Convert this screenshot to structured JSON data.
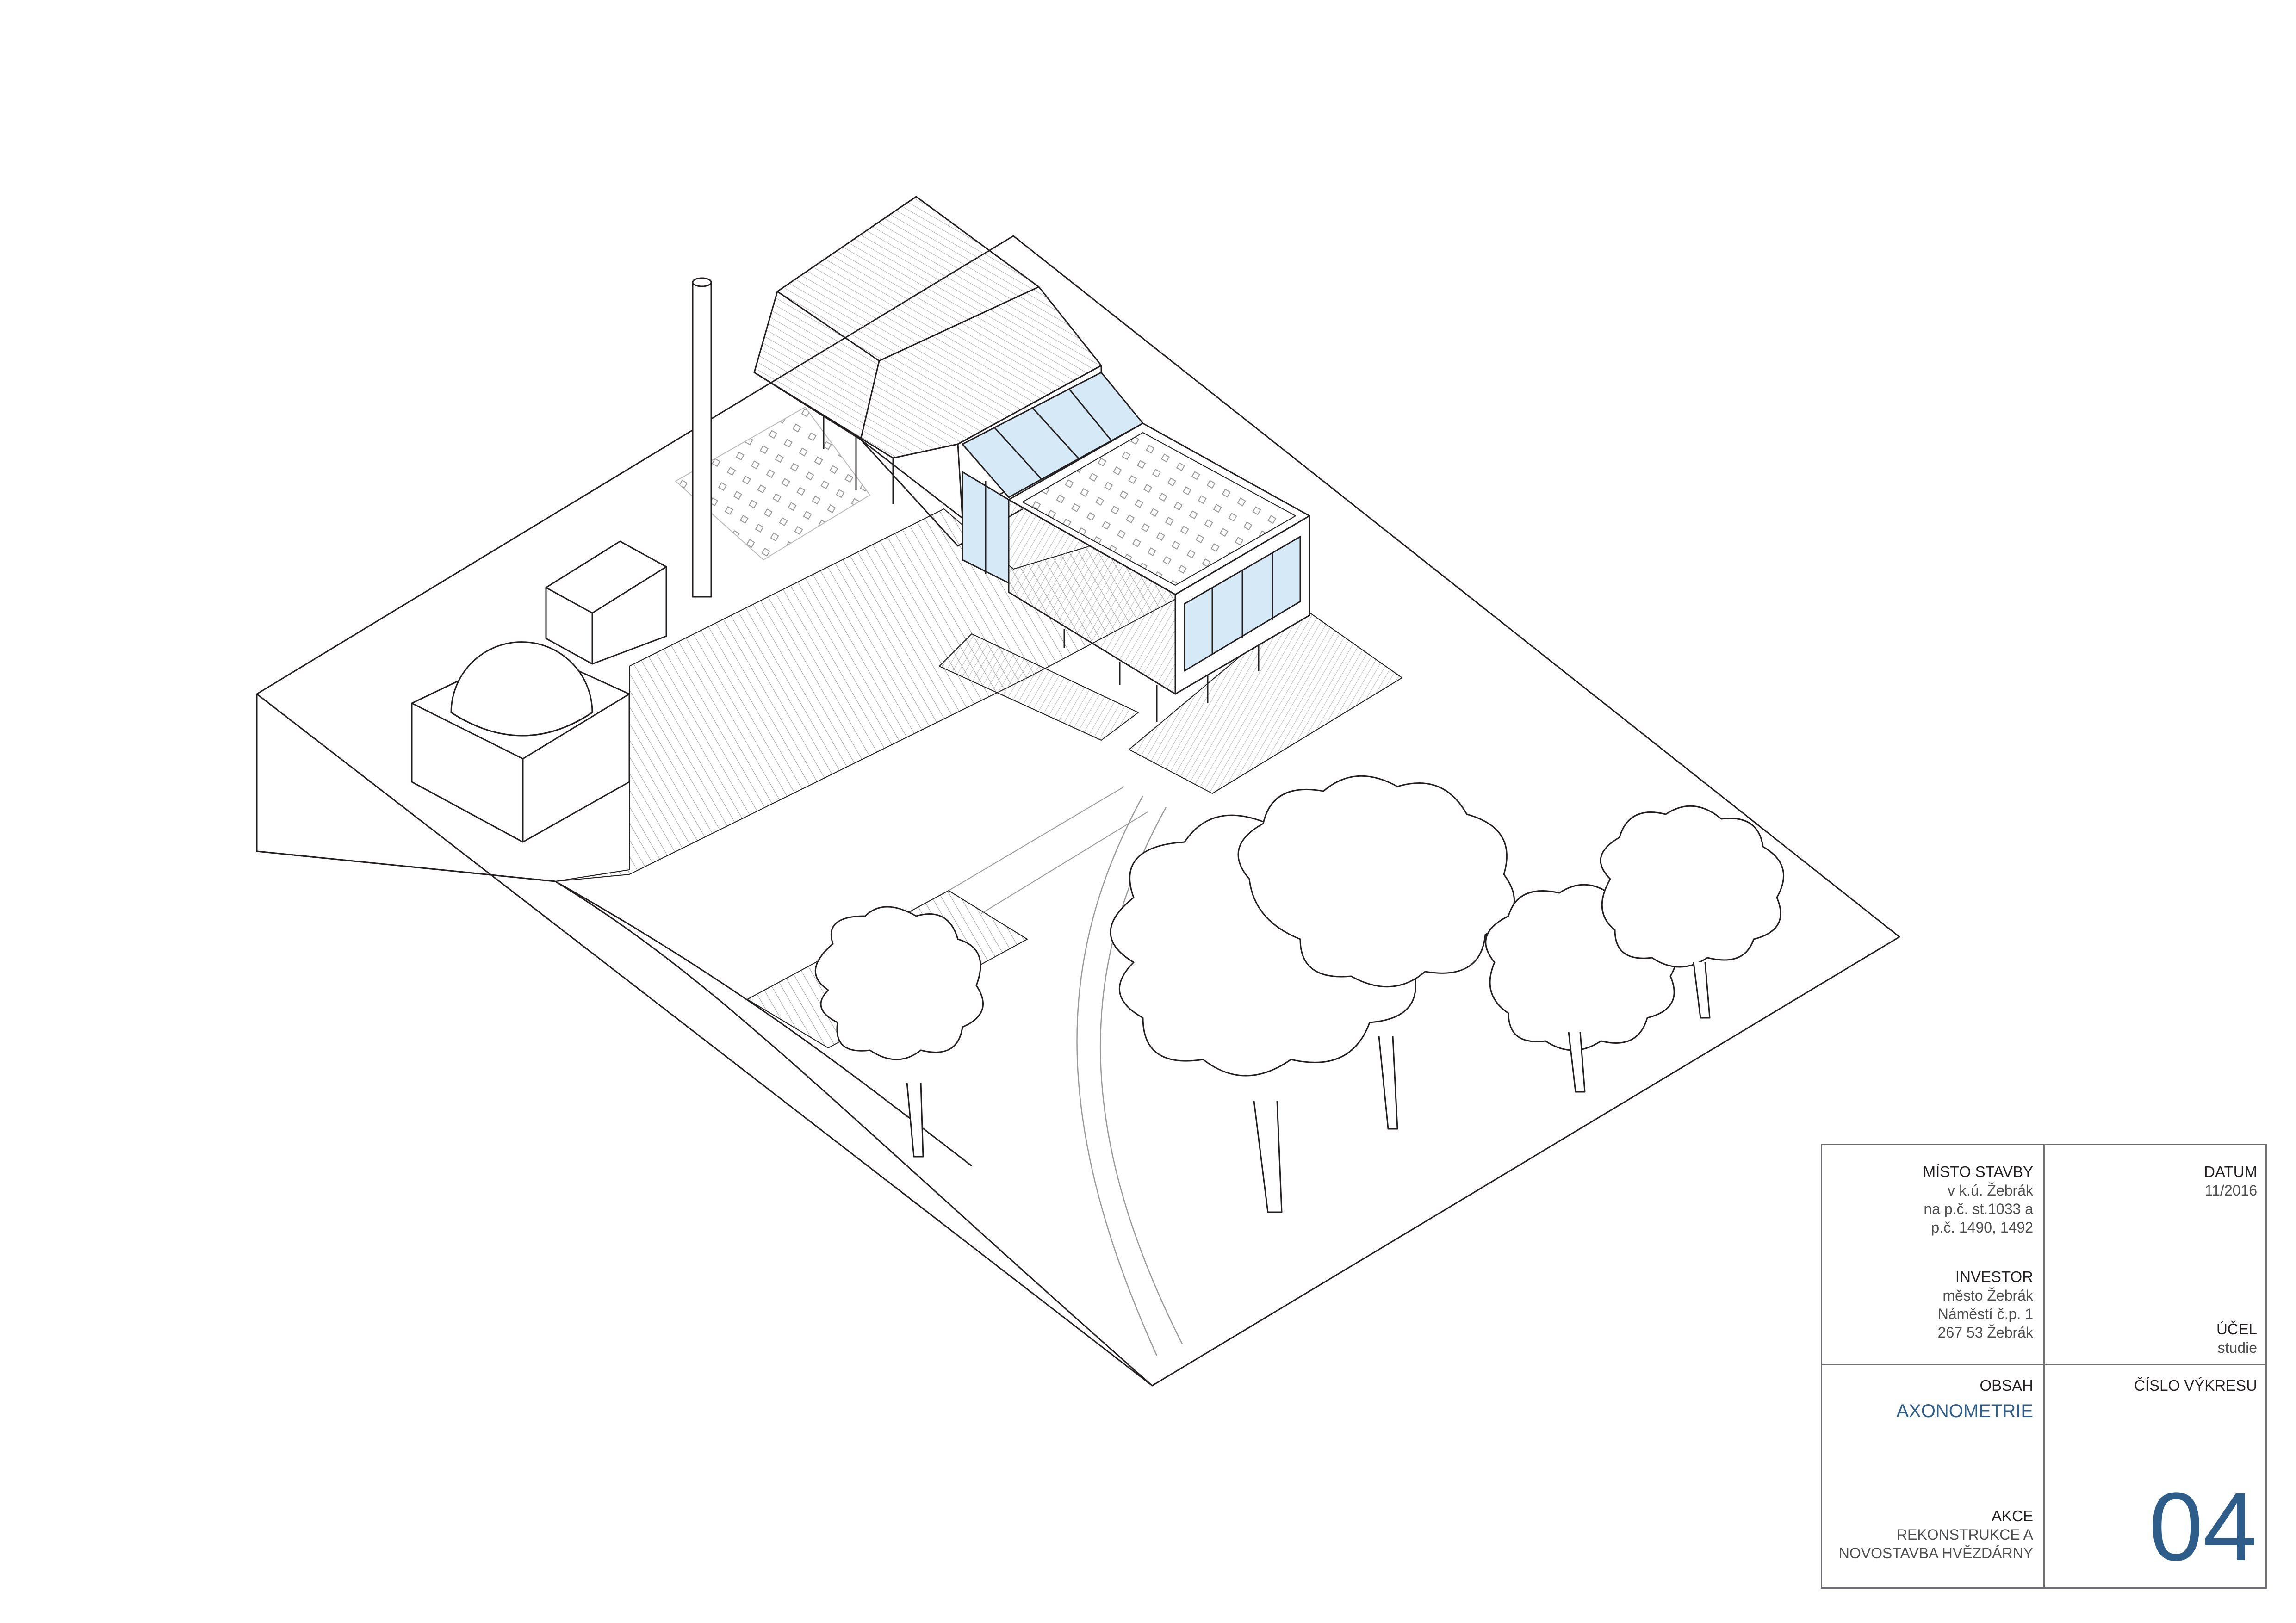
{
  "title_block": {
    "site_label": "MÍSTO STAVBY",
    "site_lines": [
      "v k.ú. Žebrák",
      "na p.č. st.1033 a",
      "p.č. 1490, 1492"
    ],
    "investor_label": "INVESTOR",
    "investor_lines": [
      "město Žebrák",
      "Náměstí č.p. 1",
      "267 53 Žebrák"
    ],
    "date_label": "DATUM",
    "date_value": "11/2016",
    "purpose_label": "ÚČEL",
    "purpose_value": "studie",
    "content_label": "OBSAH",
    "content_value": "AXONOMETRIE",
    "drawing_no_label": "ČÍSLO VÝKRESU",
    "drawing_no_value": "04",
    "action_label": "AKCE",
    "action_lines": [
      "REKONSTRUKCE A",
      "NOVOSTAVBA HVĚZDÁRNY"
    ]
  },
  "colors": {
    "line": "#231f20",
    "glass": "#d6e9f7",
    "accent": "#2f5d8a",
    "frame": "#6d6e71"
  }
}
